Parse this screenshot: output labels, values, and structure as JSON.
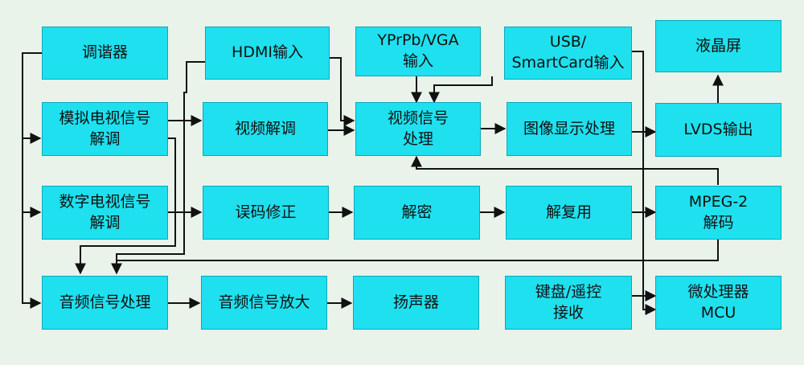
{
  "colors": {
    "background": "#e9f3ea",
    "box_fill": "#1fe0ee",
    "box_border": "#0aa9b8",
    "line": "#111111"
  },
  "blocks": {
    "tuner": "调谐器",
    "hdmi_input": "HDMI输入",
    "ypbpr_vga_input": "YPrPb/VGA\n输入",
    "usb_smartcard_input": "USB/\nSmartCard输入",
    "lcd_screen": "液晶屏",
    "analog_tv_demod": "模拟电视信号\n解调",
    "video_demod": "视频解调",
    "video_signal_processing": "视频信号\n处理",
    "image_display_processing": "图像显示处理",
    "lvds_output": "LVDS输出",
    "digital_tv_demod": "数字电视信号\n解调",
    "error_correction": "误码修正",
    "decryption": "解密",
    "demultiplex": "解复用",
    "mpeg2_decode": "MPEG-2\n解码",
    "audio_signal_processing": "音频信号处理",
    "audio_amplifier": "音频信号放大",
    "speaker": "扬声器",
    "keyboard_remote_receive": "键盘/遥控\n接收",
    "microprocessor_mcu": "微处理器\nMCU"
  }
}
